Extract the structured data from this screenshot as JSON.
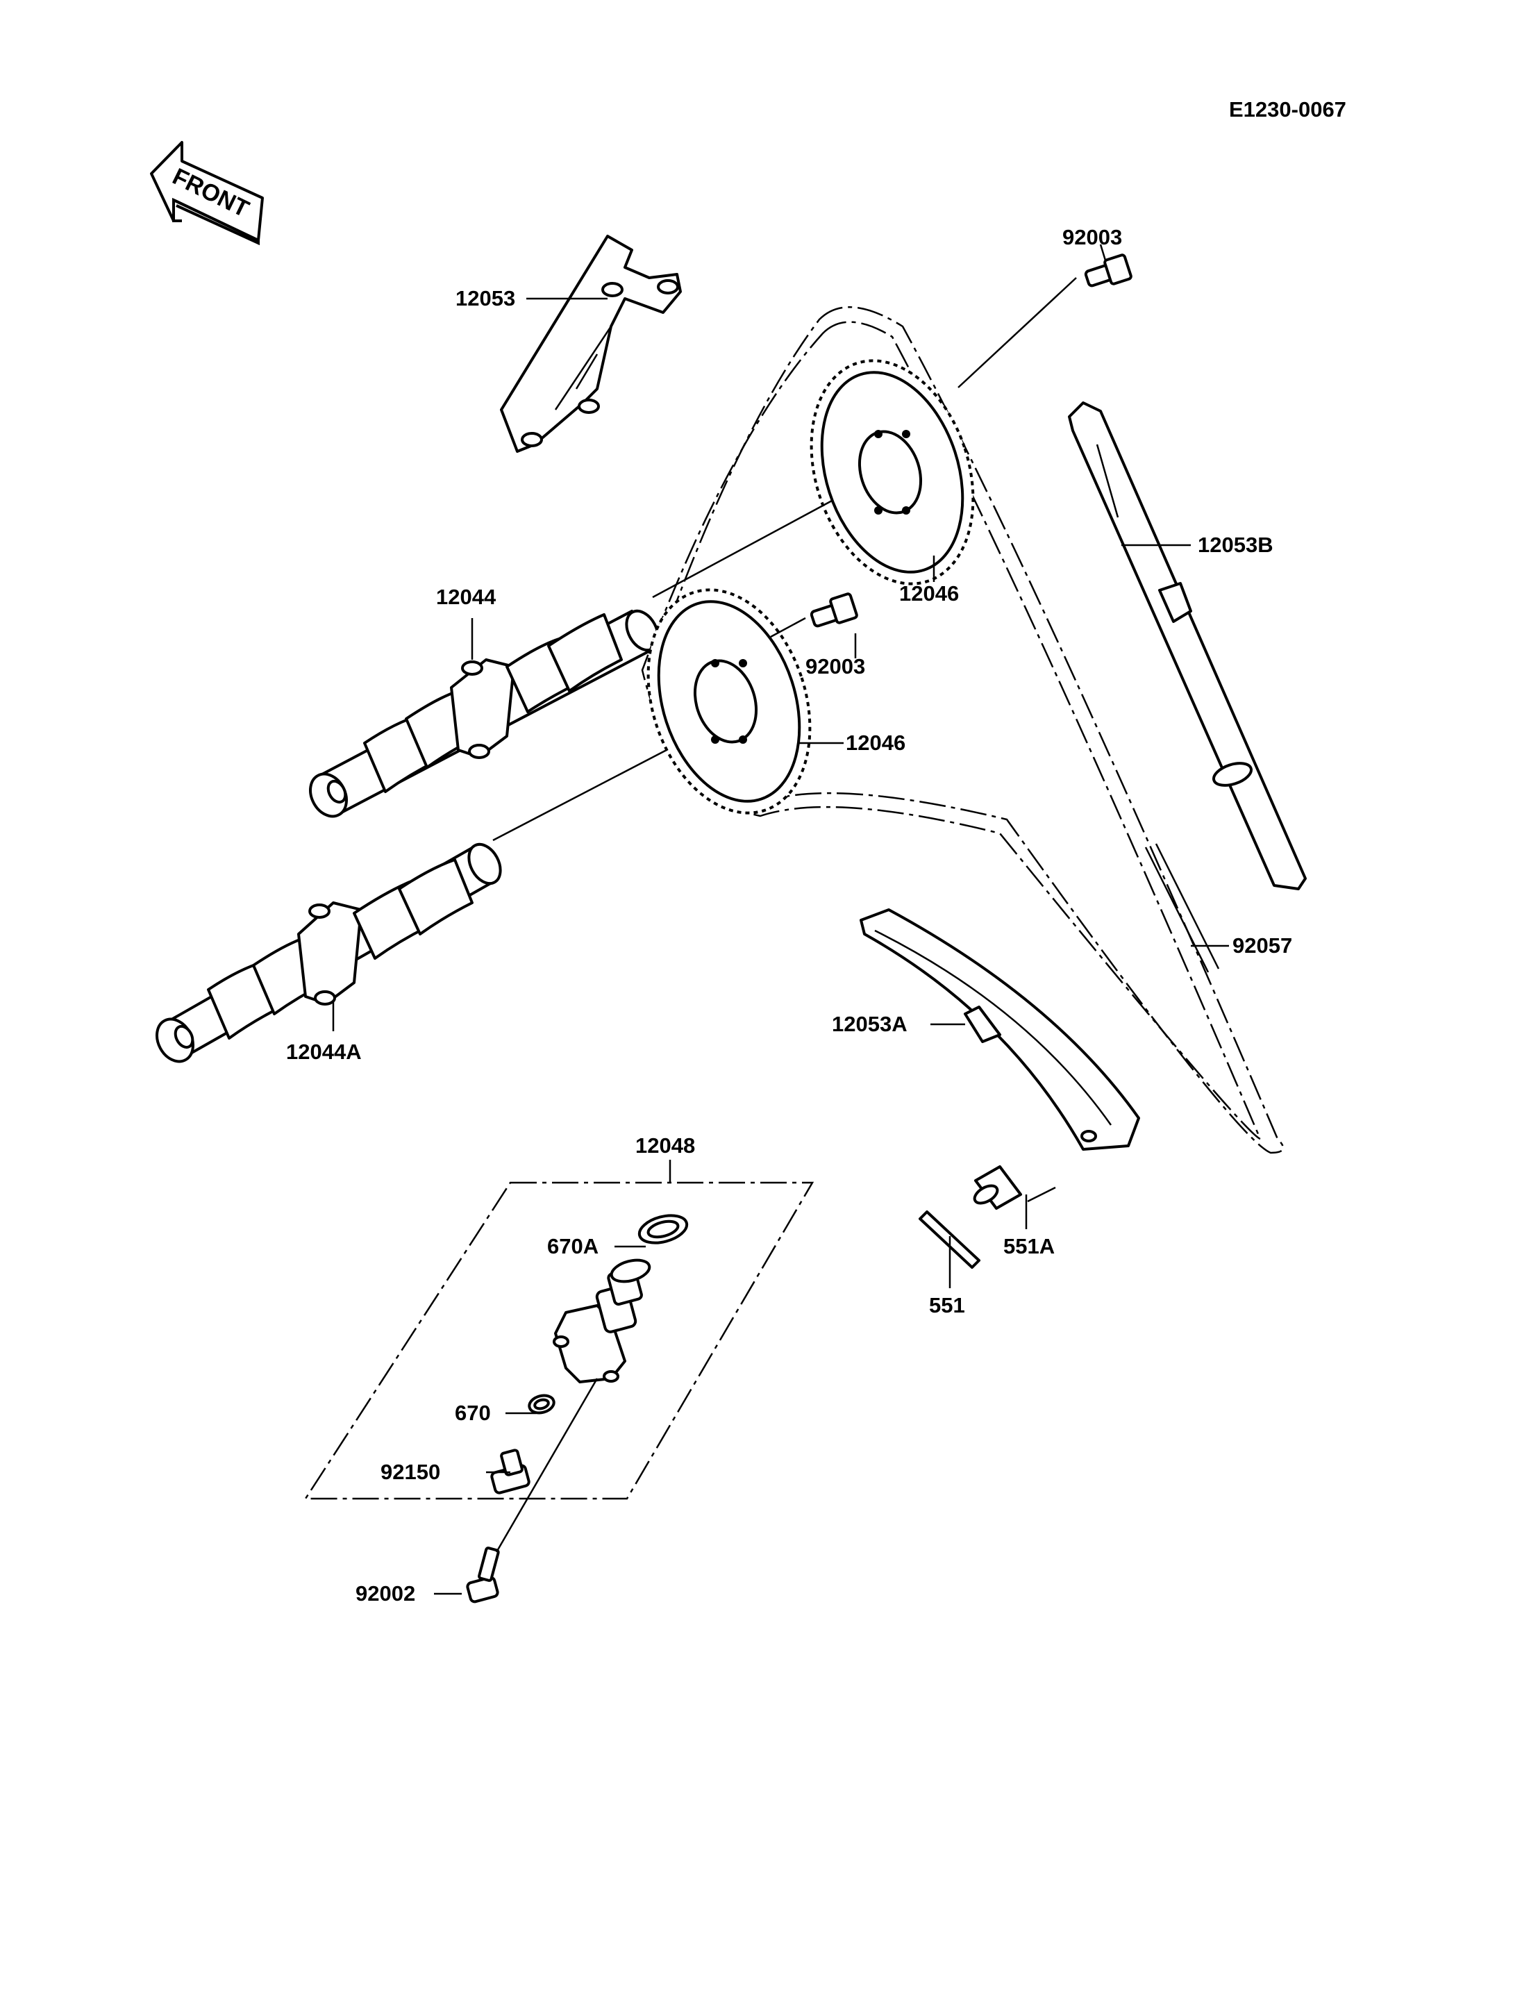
{
  "diagram_code": "E1230-0067",
  "front_label": "FRONT",
  "labels": {
    "p12053": "12053",
    "p92003_top": "92003",
    "p12053B": "12053B",
    "p12044": "12044",
    "p12046_top": "12046",
    "p92003_mid": "92003",
    "p12046_mid": "12046",
    "p92057": "92057",
    "p12053A": "12053A",
    "p12044A": "12044A",
    "p12048": "12048",
    "p670A": "670A",
    "p551A": "551A",
    "p551": "551",
    "p670": "670",
    "p92150": "92150",
    "p92002": "92002"
  }
}
